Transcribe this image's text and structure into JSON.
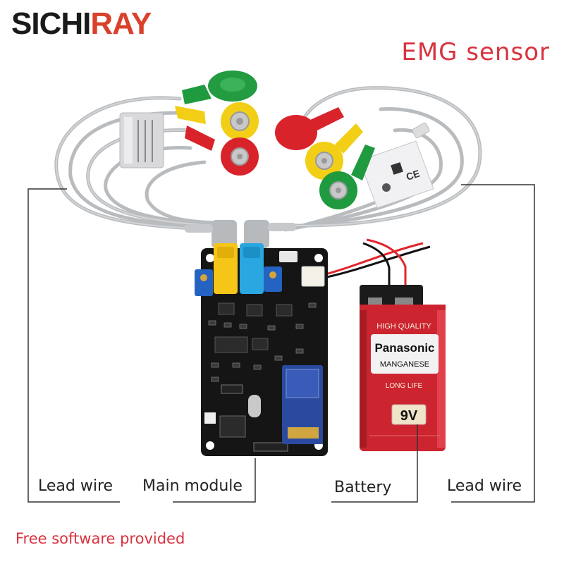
{
  "brand": {
    "part1": "SICHI",
    "part2": "RAY"
  },
  "product_title": "EMG sensor",
  "labels": {
    "lead_wire_left": "Lead wire",
    "main_module": "Main module",
    "battery": "Battery",
    "lead_wire_right": "Lead wire"
  },
  "footer": "Free software provided",
  "battery_print": {
    "quality": "HIGH QUALITY",
    "brand": "Panasonic",
    "type": "MANGANESE",
    "life": "LONG LIFE",
    "voltage": "9V"
  },
  "colors": {
    "brand_dark": "#1a1a1a",
    "brand_accent": "#d9412b",
    "title_red": "#d8323f",
    "electrode_green": "#1f9a3e",
    "electrode_yellow": "#f2cf16",
    "electrode_red": "#d9232b",
    "connector_yellow": "#f5c518",
    "connector_blue": "#2aa6e0",
    "battery_red": "#c8232b",
    "pcb": "#151515"
  }
}
